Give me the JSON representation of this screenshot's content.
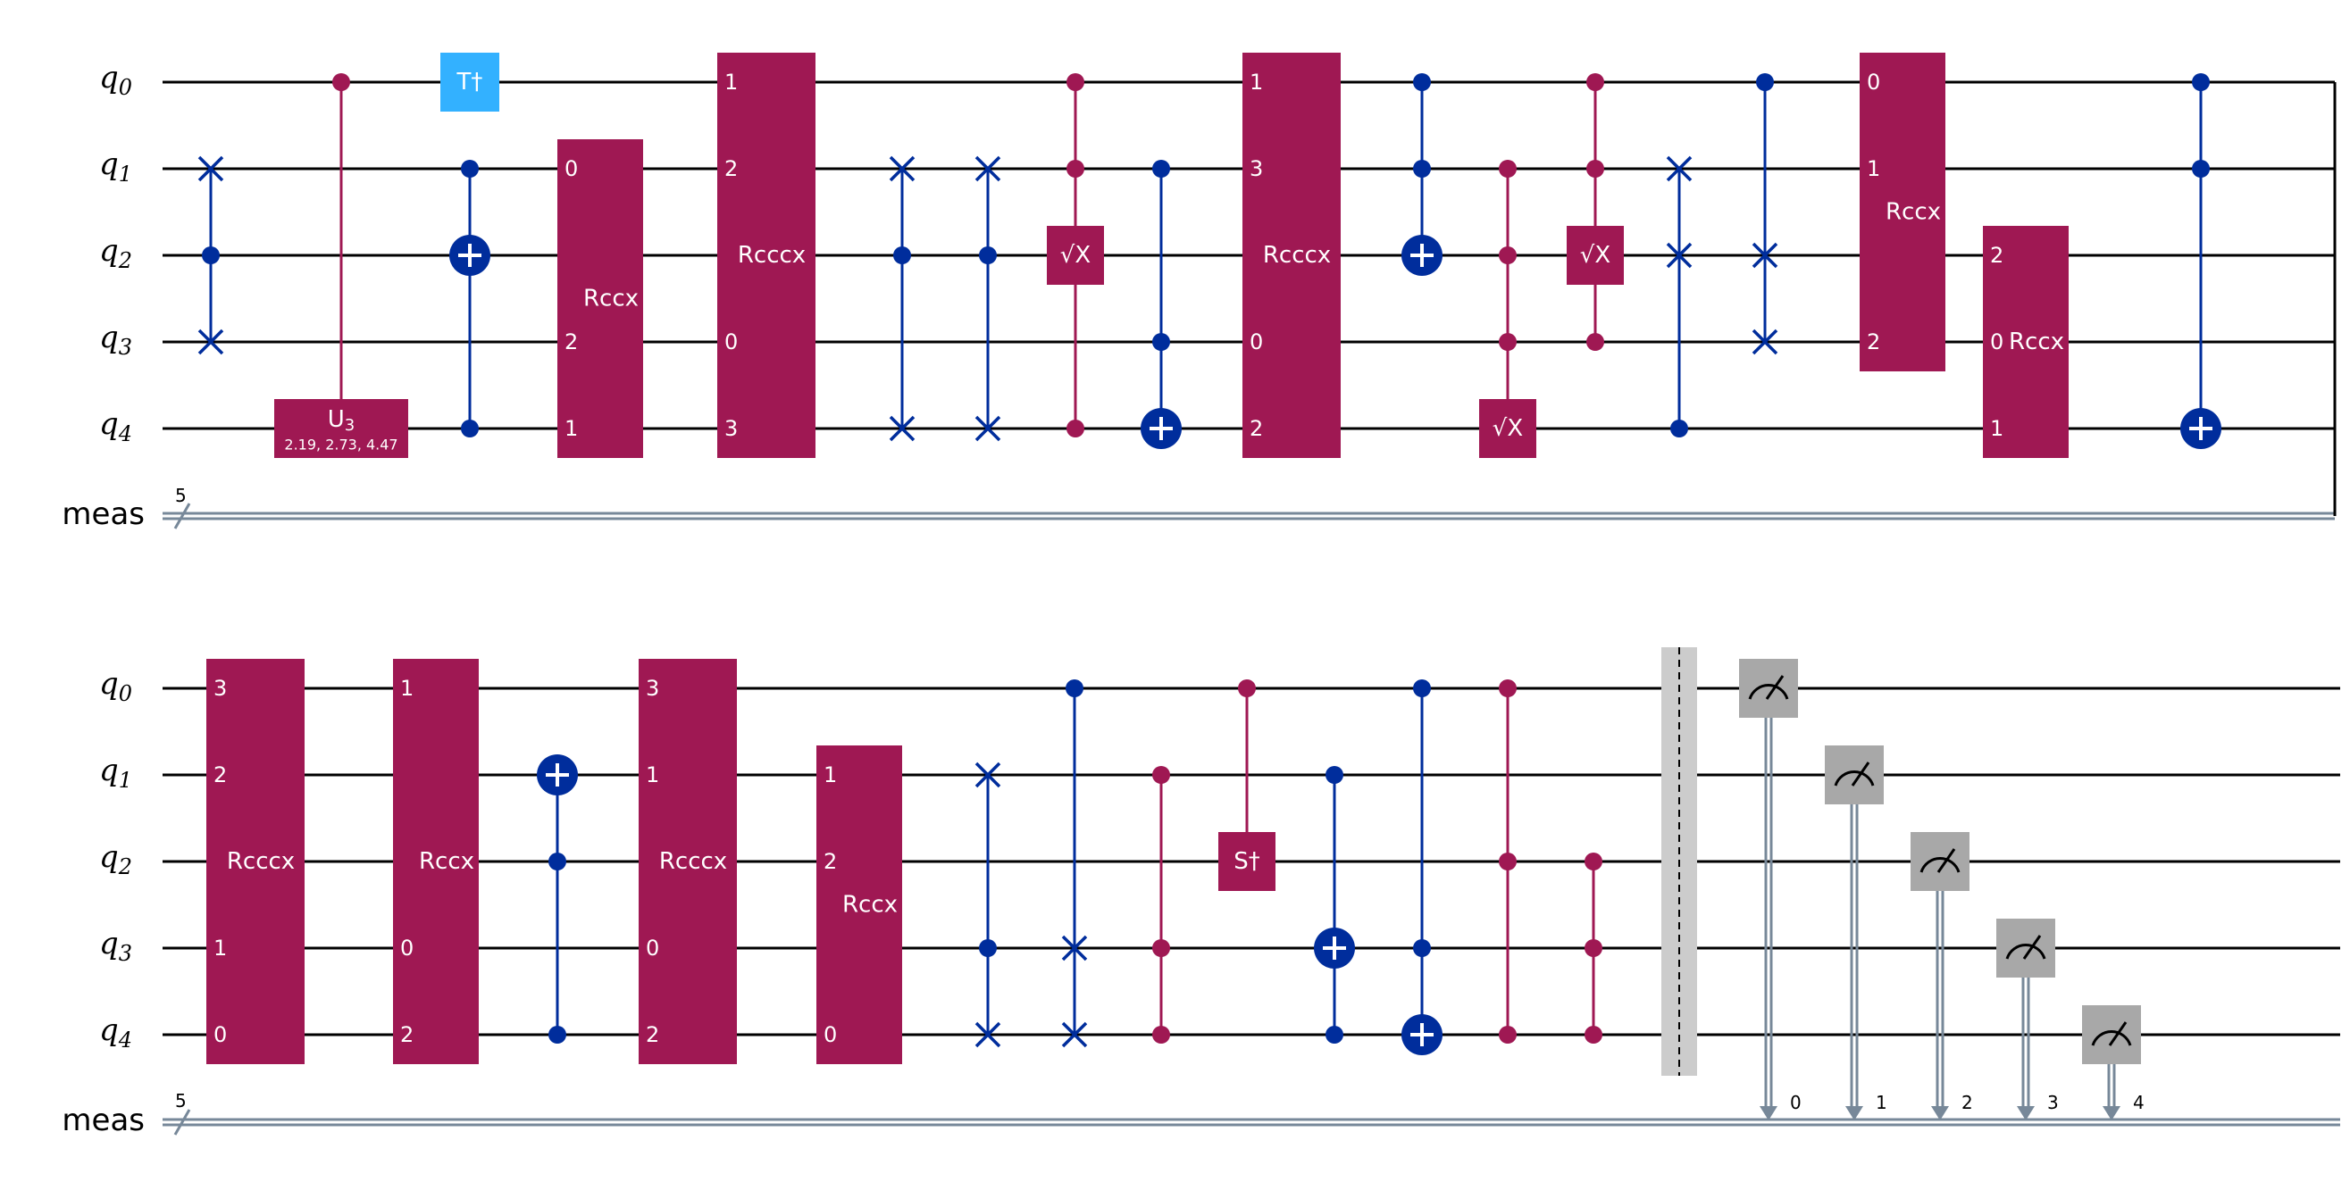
{
  "colors": {
    "magenta": "#9F1853",
    "navy": "#002D9C",
    "cyan": "#33B1FF",
    "measure": "#A8A8A8",
    "barrier": "#CCCCCC",
    "classical": "#778899"
  },
  "qubit_labels": [
    {
      "base": "q",
      "sub": "0"
    },
    {
      "base": "q",
      "sub": "1"
    },
    {
      "base": "q",
      "sub": "2"
    },
    {
      "base": "q",
      "sub": "3"
    },
    {
      "base": "q",
      "sub": "4"
    }
  ],
  "classical_label": "meas",
  "classical_size": "5",
  "rows": [
    {
      "ops": [
        {
          "type": "swap",
          "col": 0,
          "q": [
            1,
            3
          ],
          "dots": [
            2
          ],
          "color": "navy"
        },
        {
          "type": "box",
          "col": 1,
          "label": "U",
          "sub": "3",
          "param": "2.19, 2.73, 4.47",
          "q": [
            4
          ],
          "ctrl": [
            0
          ],
          "color": "magenta",
          "w": 150
        },
        {
          "type": "box",
          "col": 2,
          "label": "T†",
          "q": [
            0
          ],
          "color": "cyan",
          "w": 66
        },
        {
          "type": "cnot",
          "col": 2,
          "target": 2,
          "ctrl": [
            1,
            4
          ],
          "color": "navy"
        },
        {
          "type": "multi",
          "col": 3,
          "label": "Rccx",
          "q": [
            1,
            2,
            3,
            4
          ],
          "pins": {
            "1": "0",
            "3": "2",
            "4": "1"
          },
          "w": 96
        },
        {
          "type": "multi",
          "col": 4,
          "label": "Rcccx",
          "q": [
            0,
            1,
            2,
            3,
            4
          ],
          "pins": {
            "0": "1",
            "1": "2",
            "3": "0",
            "4": "3"
          },
          "w": 110
        },
        {
          "type": "swap",
          "col": 5,
          "q": [
            1,
            4
          ],
          "dots": [
            2
          ],
          "color": "navy"
        },
        {
          "type": "swap",
          "col": 6,
          "q": [
            1,
            4
          ],
          "dots": [
            2
          ],
          "color": "navy"
        },
        {
          "type": "box",
          "col": 7,
          "label": "√X",
          "q": [
            2
          ],
          "ctrl": [
            0,
            1,
            4
          ],
          "color": "magenta",
          "w": 64
        },
        {
          "type": "cnot",
          "col": 8,
          "target": 4,
          "ctrl": [
            1,
            3
          ],
          "color": "navy"
        },
        {
          "type": "multi",
          "col": 9,
          "label": "Rcccx",
          "q": [
            0,
            1,
            2,
            3,
            4
          ],
          "pins": {
            "0": "1",
            "1": "3",
            "3": "0",
            "4": "2"
          },
          "w": 110
        },
        {
          "type": "cnot",
          "col": 10,
          "target": 2,
          "ctrl": [
            0,
            1
          ],
          "color": "navy"
        },
        {
          "type": "box",
          "col": 11,
          "label": "√X",
          "q": [
            4
          ],
          "ctrl": [
            1,
            2,
            3
          ],
          "color": "magenta",
          "w": 64
        },
        {
          "type": "box",
          "col": 12,
          "label": "√X",
          "q": [
            2
          ],
          "ctrl": [
            0,
            1,
            3
          ],
          "color": "magenta",
          "w": 64
        },
        {
          "type": "swap",
          "col": 13,
          "q": [
            1,
            2
          ],
          "dots": [
            4
          ],
          "color": "navy"
        },
        {
          "type": "swap",
          "col": 14,
          "q": [
            2,
            3
          ],
          "dots": [
            0
          ],
          "color": "navy"
        },
        {
          "type": "multi",
          "col": 15,
          "label": "Rccx",
          "q": [
            0,
            1,
            2,
            3
          ],
          "pins": {
            "0": "0",
            "1": "1",
            "3": "2"
          },
          "w": 96
        },
        {
          "type": "multi",
          "col": 16,
          "label": "Rccx",
          "q": [
            2,
            3,
            4
          ],
          "pins": {
            "2": "2",
            "3": "0",
            "4": "1"
          },
          "w": 96
        },
        {
          "type": "cnot",
          "col": 17,
          "target": 4,
          "ctrl": [
            0,
            1
          ],
          "color": "navy"
        }
      ]
    },
    {
      "ops": [
        {
          "type": "multi",
          "col": 0,
          "label": "Rcccx",
          "q": [
            0,
            1,
            2,
            3,
            4
          ],
          "pins": {
            "0": "3",
            "1": "2",
            "3": "1",
            "4": "0"
          },
          "w": 110
        },
        {
          "type": "multi",
          "col": 1,
          "label": "Rccx",
          "q": [
            0,
            1,
            2,
            3,
            4
          ],
          "pins": {
            "0": "1",
            "3": "0",
            "4": "2"
          },
          "w": 96
        },
        {
          "type": "cnot",
          "col": 2,
          "target": 1,
          "ctrl": [
            2,
            4
          ],
          "color": "navy"
        },
        {
          "type": "multi",
          "col": 3,
          "label": "Rcccx",
          "q": [
            0,
            1,
            2,
            3,
            4
          ],
          "pins": {
            "0": "3",
            "1": "1",
            "3": "0",
            "4": "2"
          },
          "w": 110
        },
        {
          "type": "multi",
          "col": 4,
          "label": "Rccx",
          "q": [
            1,
            2,
            3,
            4
          ],
          "pins": {
            "1": "1",
            "2": "2",
            "4": "0"
          },
          "w": 96
        },
        {
          "type": "swap",
          "col": 5,
          "q": [
            1,
            4
          ],
          "dots": [
            3
          ],
          "color": "navy"
        },
        {
          "type": "swap",
          "col": 6,
          "q": [
            3,
            4
          ],
          "dots": [
            0
          ],
          "color": "navy"
        },
        {
          "type": "cz",
          "col": 7,
          "q": [
            1,
            3,
            4
          ],
          "color": "magenta"
        },
        {
          "type": "box",
          "col": 8,
          "label": "S†",
          "q": [
            2
          ],
          "ctrl": [
            0
          ],
          "color": "magenta",
          "w": 64
        },
        {
          "type": "cnot",
          "col": 9,
          "target": 3,
          "ctrl": [
            1,
            4
          ],
          "color": "navy"
        },
        {
          "type": "cnot",
          "col": 10,
          "target": 4,
          "ctrl": [
            0,
            3
          ],
          "color": "navy"
        },
        {
          "type": "cz",
          "col": 11,
          "q": [
            0,
            2,
            4
          ],
          "color": "magenta"
        },
        {
          "type": "cz",
          "col": 12,
          "q": [
            2,
            3,
            4
          ],
          "color": "magenta"
        },
        {
          "type": "barrier",
          "col": 13,
          "q": [
            0,
            1,
            2,
            3,
            4
          ]
        },
        {
          "type": "measure",
          "col": 14,
          "q": 0,
          "bit": "0"
        },
        {
          "type": "measure",
          "col": 15,
          "q": 1,
          "bit": "1"
        },
        {
          "type": "measure",
          "col": 16,
          "q": 2,
          "bit": "2"
        },
        {
          "type": "measure",
          "col": 17,
          "q": 3,
          "bit": "3"
        },
        {
          "type": "measure",
          "col": 18,
          "q": 4,
          "bit": "4"
        }
      ]
    }
  ]
}
